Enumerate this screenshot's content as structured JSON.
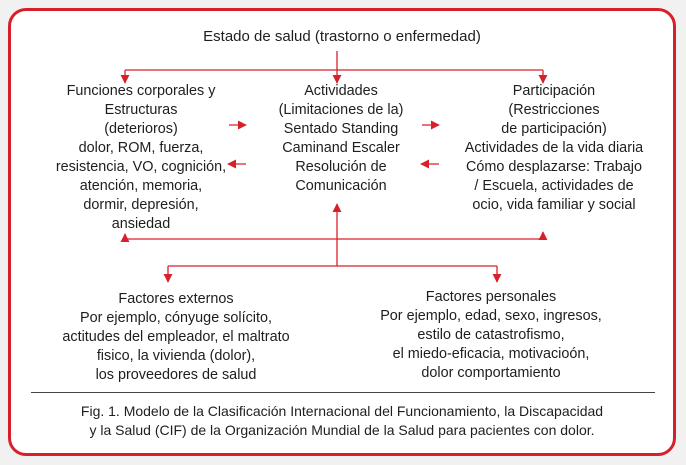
{
  "title": "Estado de salud (trastorno o enfermedad)",
  "funciones": [
    "Funciones corporales y",
    "Estructuras",
    "(deterioros)",
    "dolor, ROM, fuerza,",
    "resistencia, VO, cognición,",
    "atención, memoria,",
    "dormir, depresión,",
    "ansiedad"
  ],
  "actividades": [
    "Actividades",
    "(Limitaciones de la)",
    "Sentado Standing",
    "Caminand Escaler",
    "Resolución de",
    "Comunicación"
  ],
  "participacion": [
    "Participación",
    "(Restricciones",
    "de participación)",
    "Actividades de la vida diaria",
    "Cómo desplazarse: Trabajo",
    "/ Escuela, actividades de",
    "ocio, vida familiar y social"
  ],
  "externos": [
    "Factores externos",
    "Por ejemplo, cónyuge solícito,",
    "actitudes del empleador, el maltrato",
    "fisico, la vivienda (dolor),",
    "los proveedores de salud"
  ],
  "personales": [
    "Factores personales",
    "Por ejemplo, edad, sexo, ingresos,",
    "estilo de catastrofismo,",
    "el miedo-eficacia, motivacioón,",
    "dolor comportamiento"
  ],
  "caption": [
    "Fig. 1. Modelo de la Clasificación Internacional del Funcionamiento, la Discapacidad",
    "y la Salud (CIF) de la Organización Mundial de la Salud para pacientes con dolor."
  ],
  "colors": {
    "accent": "#d8202a",
    "text": "#1e1e1e",
    "background": "#f1f1f2"
  }
}
